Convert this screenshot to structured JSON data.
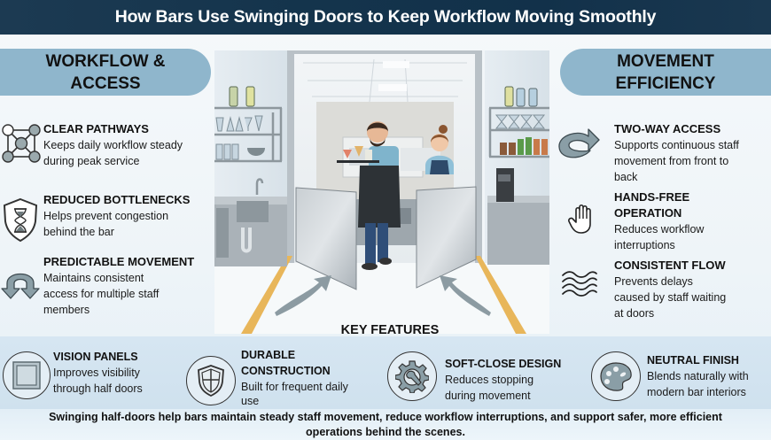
{
  "title": "How Bars Use Swinging Doors to Keep Workflow Moving Smoothly",
  "colors": {
    "title_bg": "#14344c",
    "pill_bg": "#8fb6cc",
    "band_bg": "#d3e4f0",
    "floor_stripe": "#e8b65a",
    "icon_fill": "#8a9ea6",
    "text": "#111111"
  },
  "left_panel": {
    "heading_line1": "WORKFLOW &",
    "heading_line2": "ACCESS",
    "items": [
      {
        "icon": "network-nodes-icon",
        "title": "CLEAR PATHWAYS",
        "desc_line1": "Keeps daily workflow steady",
        "desc_line2": "during peak service"
      },
      {
        "icon": "hourglass-shield-icon",
        "title": "REDUCED BOTTLENECKS",
        "desc_line1": "Helps prevent congestion",
        "desc_line2": "behind the bar"
      },
      {
        "icon": "u-turn-arrow-icon",
        "title": "PREDICTABLE MOVEMENT",
        "desc_line1": "Maintains consistent",
        "desc_line2": "access for multiple staff",
        "desc_line3": "members"
      }
    ]
  },
  "right_panel": {
    "heading_line1": "MOVEMENT",
    "heading_line2": "EFFICIENCY",
    "items": [
      {
        "icon": "circular-arrow-icon",
        "title": "TWO-WAY ACCESS",
        "desc_line1": "Supports continuous staff",
        "desc_line2": "movement from front to",
        "desc_line3": "back"
      },
      {
        "icon": "hand-icon",
        "title_line1": "HANDS-FREE",
        "title_line2": "OPERATION",
        "desc_line1": "Reduces workflow",
        "desc_line2": "interruptions"
      },
      {
        "icon": "waves-icon",
        "title": "CONSISTENT FLOW",
        "desc_line1": "Prevents delays",
        "desc_line2": "caused by staff waiting",
        "desc_line3": "at doors"
      }
    ]
  },
  "center": {
    "illustration": "bartender-carrying-cocktail-tray-through-swinging-half-doors",
    "key_features_label": "KEY FEATURES"
  },
  "key_features": [
    {
      "icon": "window-panel-icon",
      "title": "VISION PANELS",
      "desc_line1": "Improves visibility",
      "desc_line2": "through half doors"
    },
    {
      "icon": "shield-cross-icon",
      "title_line1": "DURABLE",
      "title_line2": "CONSTRUCTION",
      "desc_line1": "Built for frequent daily",
      "desc_line2": "use"
    },
    {
      "icon": "gear-wrench-icon",
      "title": "SOFT-CLOSE DESIGN",
      "desc_line1": "Reduces stopping",
      "desc_line2": "during movement"
    },
    {
      "icon": "palette-icon",
      "title": "NEUTRAL FINISH",
      "desc_line1": "Blends naturally with",
      "desc_line2": "modern bar interiors"
    }
  ],
  "footer": {
    "line1": "Swinging half-doors help bars maintain steady staff movement, reduce workflow interruptions, and support safer, more efficient",
    "line2": "operations behind the scenes."
  }
}
